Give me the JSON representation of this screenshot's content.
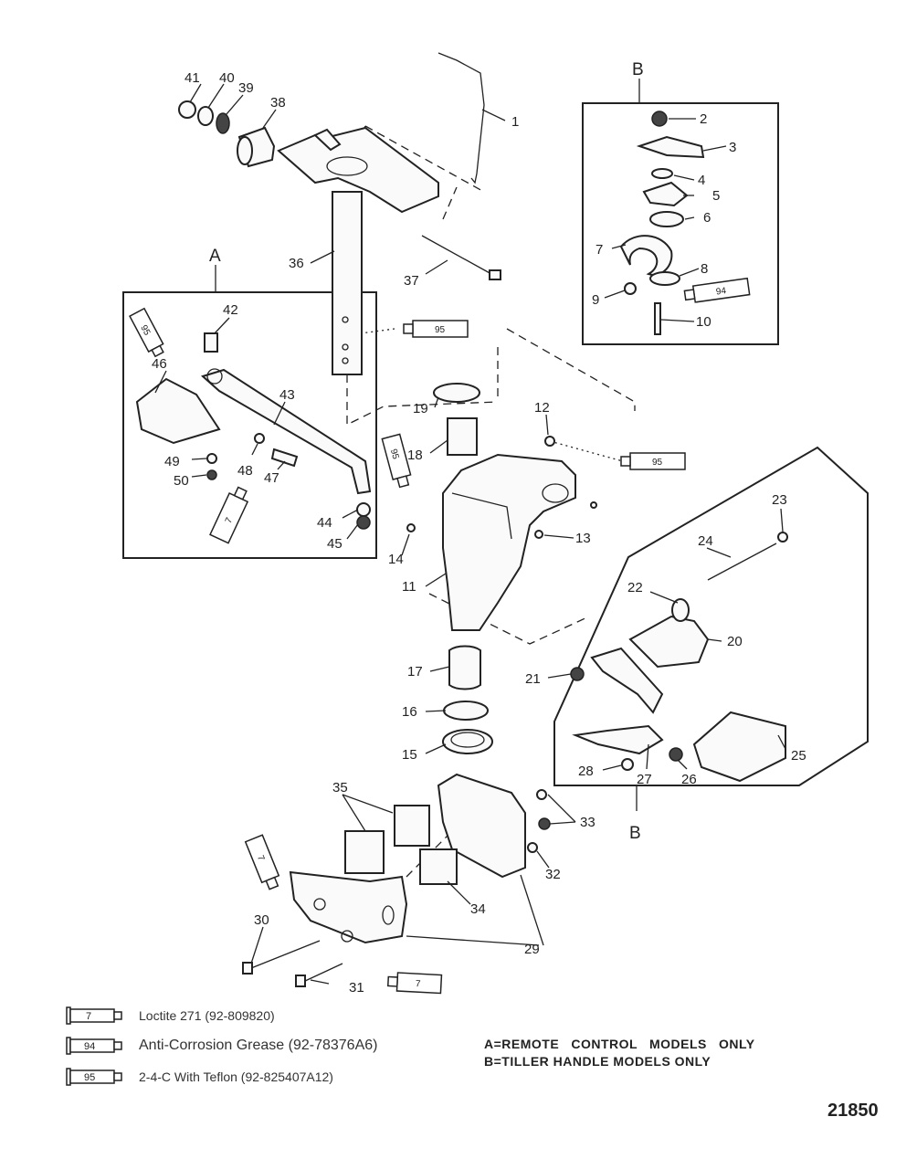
{
  "callouts": [
    "1",
    "2",
    "3",
    "4",
    "5",
    "6",
    "7",
    "8",
    "9",
    "10",
    "11",
    "12",
    "13",
    "14",
    "15",
    "16",
    "17",
    "18",
    "19",
    "20",
    "21",
    "22",
    "23",
    "24",
    "25",
    "26",
    "27",
    "28",
    "29",
    "30",
    "31",
    "32",
    "33",
    "34",
    "35",
    "36",
    "37",
    "38",
    "39",
    "40",
    "41",
    "42",
    "43",
    "44",
    "45",
    "46",
    "47",
    "48",
    "49",
    "50"
  ],
  "groups": {
    "a": "A",
    "b_top": "B",
    "b_bottom": "B"
  },
  "tube_codes": {
    "loctite": "7",
    "grease": "94",
    "teflon": "95"
  },
  "legend": [
    {
      "code": "7",
      "text": "Loctite 271 (92-809820)"
    },
    {
      "code": "94",
      "text": "Anti-Corrosion Grease (92-78376A6)"
    },
    {
      "code": "95",
      "text": "2-4-C  With Teflon (92-825407A12)"
    }
  ],
  "notes": {
    "a": "A=REMOTE   CONTROL   MODELS   ONLY",
    "b": "B=TILLER HANDLE MODELS ONLY"
  },
  "figure_number": "21850"
}
